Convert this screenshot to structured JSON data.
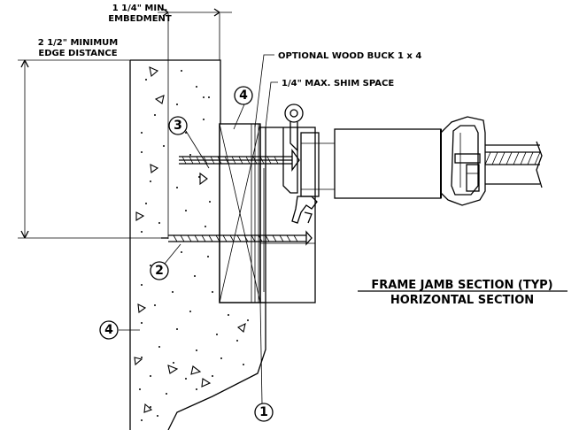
{
  "dimensions": {
    "embedment_line1": "1 1/4\" MIN.",
    "embedment_line2": "EMBEDMENT",
    "edge_line1": "2 1/2\" MINIMUM",
    "edge_line2": "EDGE DISTANCE"
  },
  "notes": {
    "wood_buck": "OPTIONAL WOOD BUCK 1 x 4",
    "shim_space": "1/4\" MAX. SHIM SPACE"
  },
  "callouts": {
    "top_4": "4",
    "screw_3": "3",
    "screw_2": "2",
    "concrete_4": "4",
    "frame_1": "1"
  },
  "section_title": {
    "line1": "FRAME JAMB SECTION (TYP)",
    "line2": "HORIZONTAL SECTION"
  }
}
